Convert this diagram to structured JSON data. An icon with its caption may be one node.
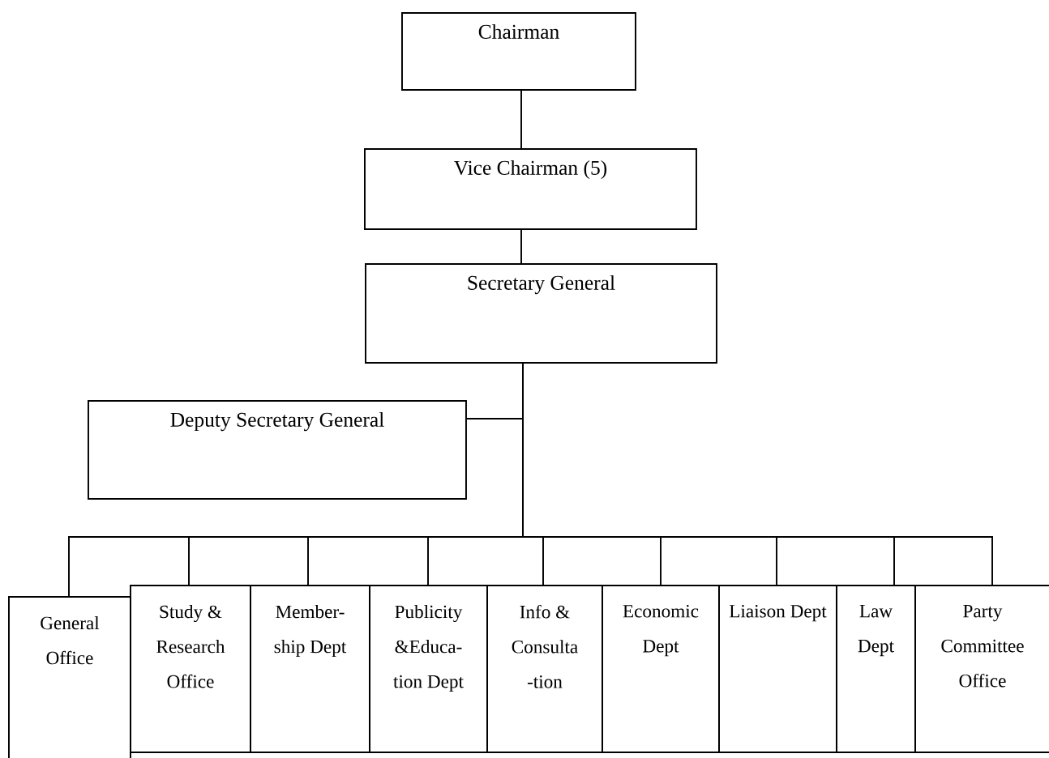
{
  "diagram": {
    "nodes": [
      {
        "text": [
          "Chairman"
        ]
      },
      {
        "text": [
          "Vice Chairman (5)"
        ]
      },
      {
        "text": [
          "Secretary General"
        ]
      },
      {
        "text": [
          "Deputy Secretary General"
        ]
      },
      {
        "text": [
          "General Office"
        ]
      },
      {
        "text": [
          "Study & Research Office"
        ]
      },
      {
        "text": [
          "Member- ship Dept"
        ]
      },
      {
        "text": [
          "Publicity &Educa- tion Dept"
        ]
      },
      {
        "text": [
          "Info & Consulta -tion"
        ]
      },
      {
        "text": [
          "Economic Dept"
        ]
      },
      {
        "text": [
          "Liaison Dept"
        ]
      },
      {
        "text": [
          "Law Dept"
        ]
      },
      {
        "text": [
          "Party Committee Office"
        ]
      }
    ],
    "edges": [
      {
        "from": 0,
        "to": 1,
        "arrow": "none"
      },
      {
        "from": 1,
        "to": 2,
        "arrow": "none"
      },
      {
        "from": 2,
        "to": 3,
        "arrow": "none"
      },
      {
        "from": 2,
        "to": 4,
        "arrow": "none"
      },
      {
        "from": 2,
        "to": 5,
        "arrow": "none"
      },
      {
        "from": 2,
        "to": 6,
        "arrow": "none"
      },
      {
        "from": 2,
        "to": 7,
        "arrow": "none"
      },
      {
        "from": 2,
        "to": 8,
        "arrow": "none"
      },
      {
        "from": 2,
        "to": 9,
        "arrow": "none"
      },
      {
        "from": 2,
        "to": 10,
        "arrow": "none"
      },
      {
        "from": 2,
        "to": 11,
        "arrow": "none"
      },
      {
        "from": 2,
        "to": 12,
        "arrow": "none"
      }
    ]
  }
}
